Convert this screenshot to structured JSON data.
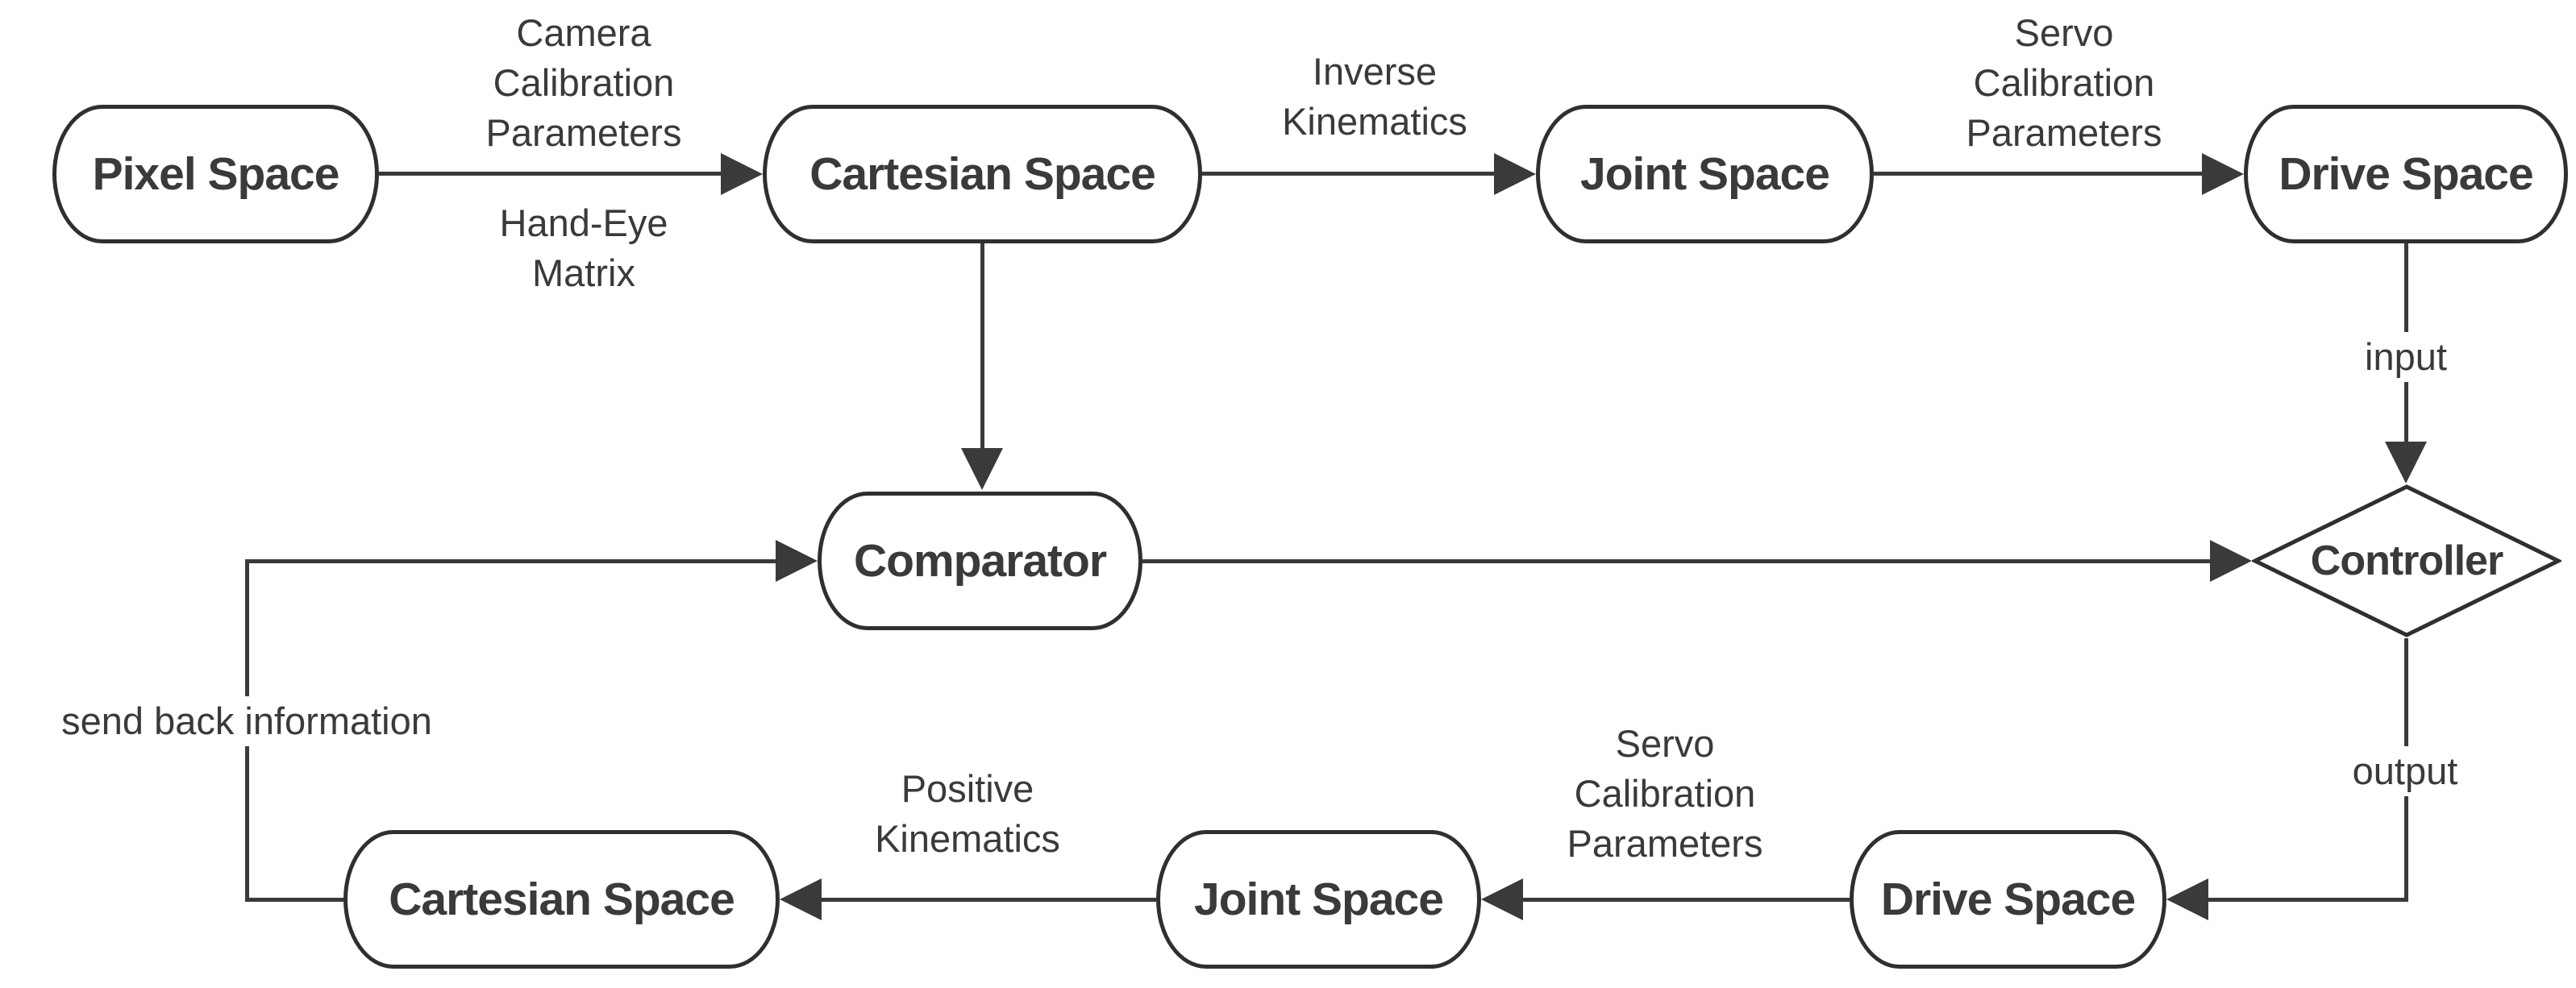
{
  "diagram": {
    "type": "flowchart",
    "background": "#ffffff",
    "colors": {
      "line": "#3a3a3a",
      "node_border": "#2d2f31",
      "node_fill": "#ffffff",
      "text": "#3a3a3a"
    },
    "nodes": {
      "pixel_space": {
        "label": "Pixel Space",
        "shape": "rounded-rect"
      },
      "cartesian_space_top": {
        "label": "Cartesian Space",
        "shape": "rounded-rect"
      },
      "joint_space_top": {
        "label": "Joint Space",
        "shape": "rounded-rect"
      },
      "drive_space_top": {
        "label": "Drive Space",
        "shape": "rounded-rect"
      },
      "comparator": {
        "label": "Comparator",
        "shape": "rounded-rect"
      },
      "controller": {
        "label": "Controller",
        "shape": "diamond"
      },
      "cartesian_space_bottom": {
        "label": "Cartesian Space",
        "shape": "rounded-rect"
      },
      "joint_space_bottom": {
        "label": "Joint Space",
        "shape": "rounded-rect"
      },
      "drive_space_bottom": {
        "label": "Drive Space",
        "shape": "rounded-rect"
      }
    },
    "edge_labels": {
      "pixel_to_cartesian_above": "Camera\nCalibration\nParameters",
      "pixel_to_cartesian_below": "Hand-Eye\nMatrix",
      "cartesian_to_joint": "Inverse\nKinematics",
      "joint_to_drive": "Servo\nCalibration\nParameters",
      "drive_to_controller": "input",
      "controller_to_drive_bottom": "output",
      "drive_to_joint_bottom": "Servo\nCalibration\nParameters",
      "joint_to_cartesian_bottom": "Positive\nKinematics",
      "feedback_to_comparator": "send back information"
    }
  }
}
